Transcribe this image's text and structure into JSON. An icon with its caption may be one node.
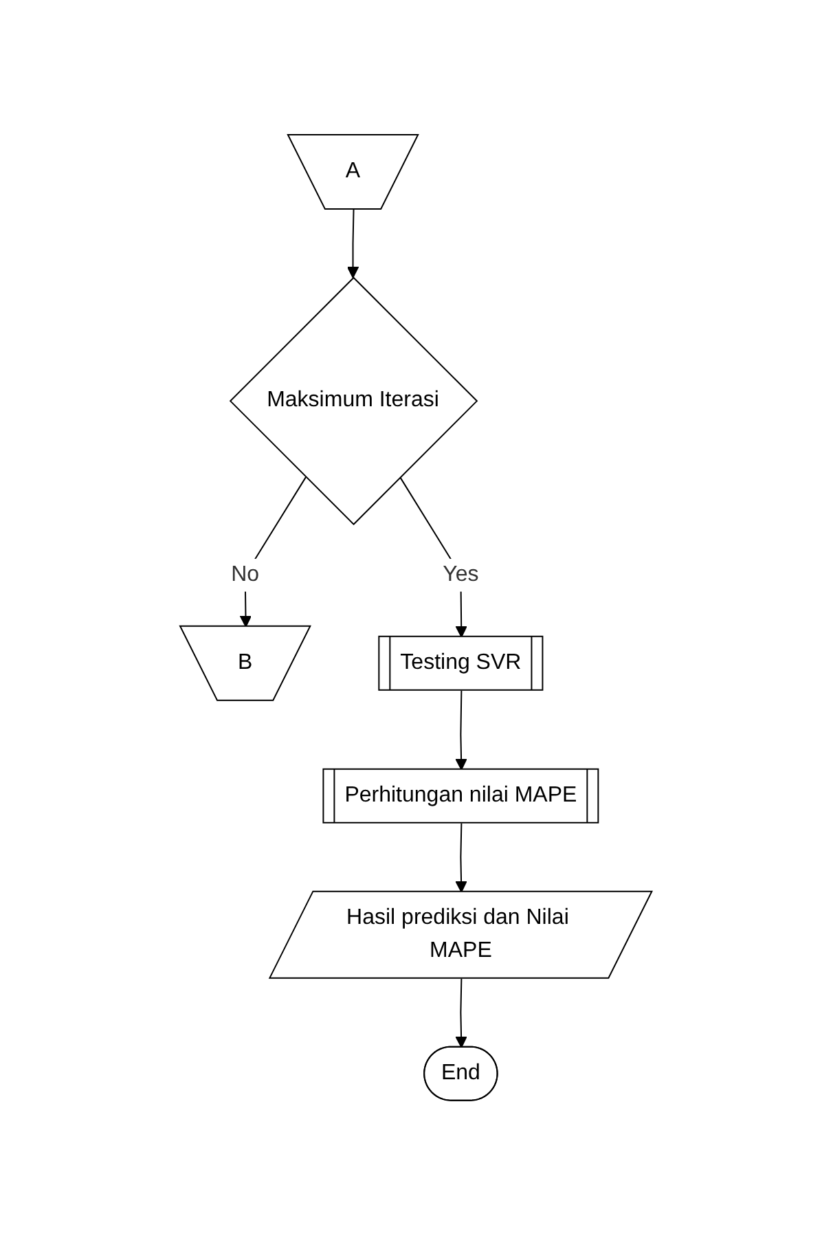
{
  "diagram": {
    "nodes": [
      {
        "text": [
          "A"
        ]
      },
      {
        "text": [
          "B"
        ]
      },
      {
        "text": [
          "Maksimum Iterasi"
        ]
      },
      {
        "text": [
          "Testing SVR"
        ]
      },
      {
        "text": [
          "Perhitungan nilai MAPE"
        ]
      },
      {
        "text": [
          "Hasil prediksi dan Nilai MAPE"
        ]
      },
      {
        "text": [
          "End"
        ]
      }
    ],
    "edges": [
      {
        "from": 0,
        "to": 2,
        "arrow": "to"
      },
      {
        "from": 2,
        "to": 1,
        "arrow": "to",
        "label": "No"
      },
      {
        "from": 2,
        "to": 3,
        "arrow": "to",
        "label": "Yes"
      },
      {
        "from": 3,
        "to": 4,
        "arrow": "to"
      },
      {
        "from": 4,
        "to": 5,
        "arrow": "to"
      },
      {
        "from": 5,
        "to": 6,
        "arrow": "to"
      }
    ]
  }
}
